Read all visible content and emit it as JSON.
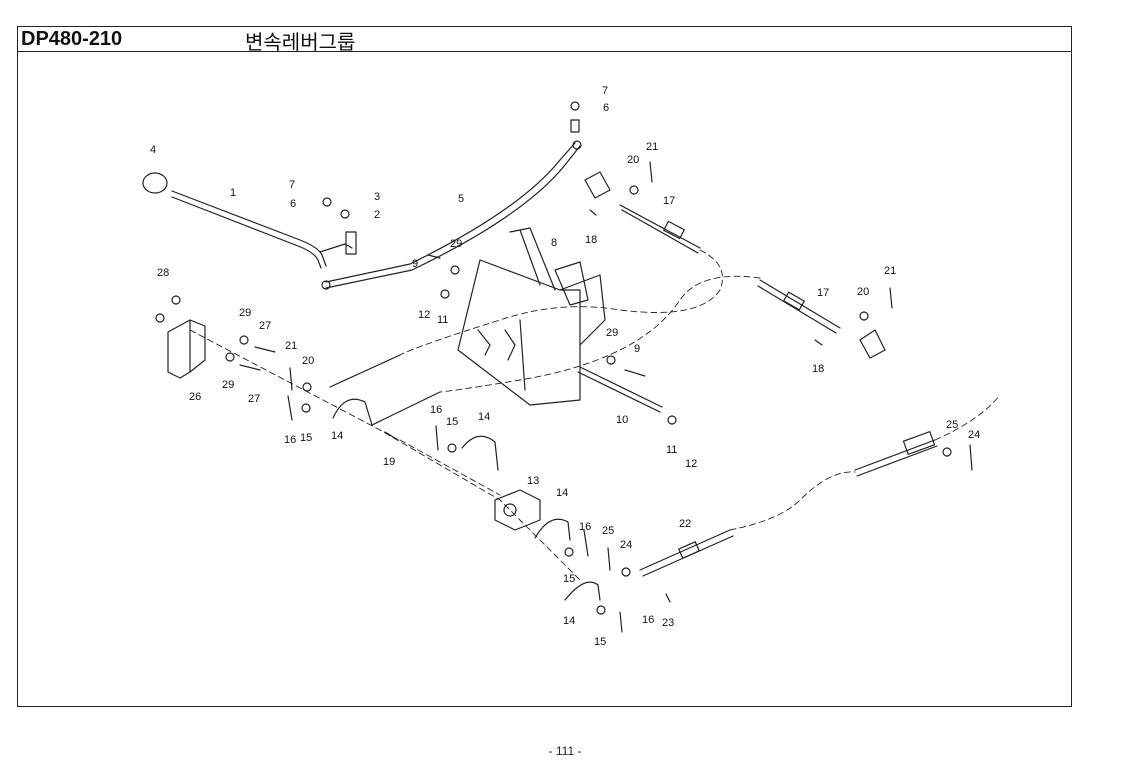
{
  "header": {
    "code": "DP480-210",
    "title": "변속레버그룹"
  },
  "page_number": "- 111 -",
  "callouts": [
    {
      "id": "c1",
      "text": "1"
    },
    {
      "id": "c2",
      "text": "2"
    },
    {
      "id": "c3",
      "text": "3"
    },
    {
      "id": "c4",
      "text": "4"
    },
    {
      "id": "c5",
      "text": "5"
    },
    {
      "id": "c6a",
      "text": "6"
    },
    {
      "id": "c6b",
      "text": "6"
    },
    {
      "id": "c7a",
      "text": "7"
    },
    {
      "id": "c7b",
      "text": "7"
    },
    {
      "id": "c8",
      "text": "8"
    },
    {
      "id": "c9a",
      "text": "9"
    },
    {
      "id": "c9b",
      "text": "9"
    },
    {
      "id": "c10",
      "text": "10"
    },
    {
      "id": "c11a",
      "text": "11"
    },
    {
      "id": "c11b",
      "text": "11"
    },
    {
      "id": "c12a",
      "text": "12"
    },
    {
      "id": "c12b",
      "text": "12"
    },
    {
      "id": "c13",
      "text": "13"
    },
    {
      "id": "c14a",
      "text": "14"
    },
    {
      "id": "c14b",
      "text": "14"
    },
    {
      "id": "c14c",
      "text": "14"
    },
    {
      "id": "c14d",
      "text": "14"
    },
    {
      "id": "c15a",
      "text": "15"
    },
    {
      "id": "c15b",
      "text": "15"
    },
    {
      "id": "c15c",
      "text": "15"
    },
    {
      "id": "c15d",
      "text": "15"
    },
    {
      "id": "c16a",
      "text": "16"
    },
    {
      "id": "c16b",
      "text": "16"
    },
    {
      "id": "c16c",
      "text": "16"
    },
    {
      "id": "c16d",
      "text": "16"
    },
    {
      "id": "c17a",
      "text": "17"
    },
    {
      "id": "c17b",
      "text": "17"
    },
    {
      "id": "c18a",
      "text": "18"
    },
    {
      "id": "c18b",
      "text": "18"
    },
    {
      "id": "c19",
      "text": "19"
    },
    {
      "id": "c20a",
      "text": "20"
    },
    {
      "id": "c20b",
      "text": "20"
    },
    {
      "id": "c20c",
      "text": "20"
    },
    {
      "id": "c21a",
      "text": "21"
    },
    {
      "id": "c21b",
      "text": "21"
    },
    {
      "id": "c21c",
      "text": "21"
    },
    {
      "id": "c22",
      "text": "22"
    },
    {
      "id": "c23",
      "text": "23"
    },
    {
      "id": "c24a",
      "text": "24"
    },
    {
      "id": "c24b",
      "text": "24"
    },
    {
      "id": "c25a",
      "text": "25"
    },
    {
      "id": "c25b",
      "text": "25"
    },
    {
      "id": "c26",
      "text": "26"
    },
    {
      "id": "c27a",
      "text": "27"
    },
    {
      "id": "c27b",
      "text": "27"
    },
    {
      "id": "c28",
      "text": "28"
    },
    {
      "id": "c29a",
      "text": "29"
    },
    {
      "id": "c29b",
      "text": "29"
    },
    {
      "id": "c29c",
      "text": "29"
    },
    {
      "id": "c29d",
      "text": "29"
    }
  ]
}
